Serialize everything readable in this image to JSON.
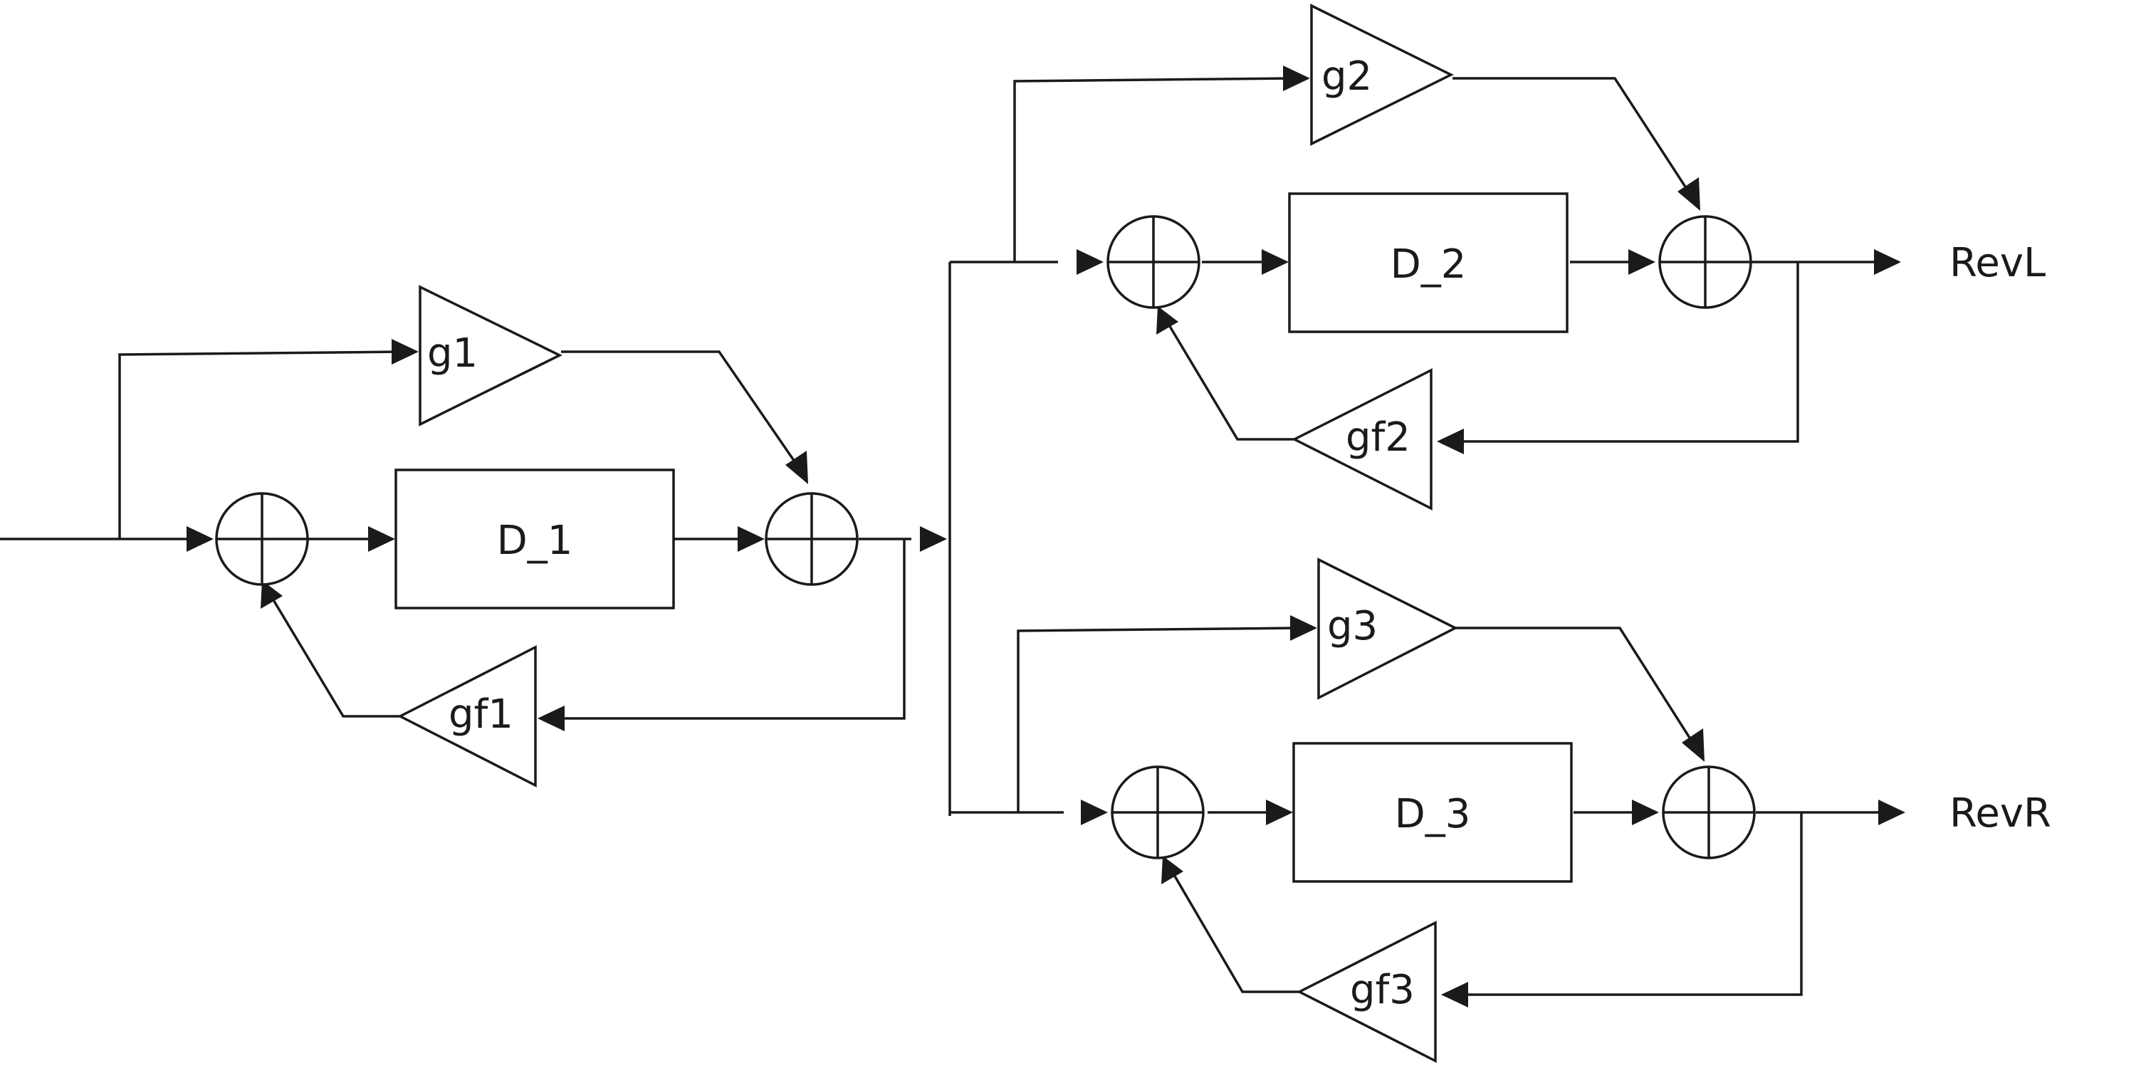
{
  "delays": [
    {
      "id": "d1",
      "label": "D_1"
    },
    {
      "id": "d2",
      "label": "D_2"
    },
    {
      "id": "d3",
      "label": "D_3"
    }
  ],
  "gains": [
    {
      "id": "g1",
      "label": "g1"
    },
    {
      "id": "gf1",
      "label": "gf1"
    },
    {
      "id": "g2",
      "label": "g2"
    },
    {
      "id": "gf2",
      "label": "gf2"
    },
    {
      "id": "g3",
      "label": "g3"
    },
    {
      "id": "gf3",
      "label": "gf3"
    }
  ],
  "outputs": [
    {
      "id": "left",
      "label": "RevL"
    },
    {
      "id": "right",
      "label": "RevR"
    }
  ],
  "colors": {
    "stroke": "#1a1a1a",
    "background": "#ffffff"
  }
}
